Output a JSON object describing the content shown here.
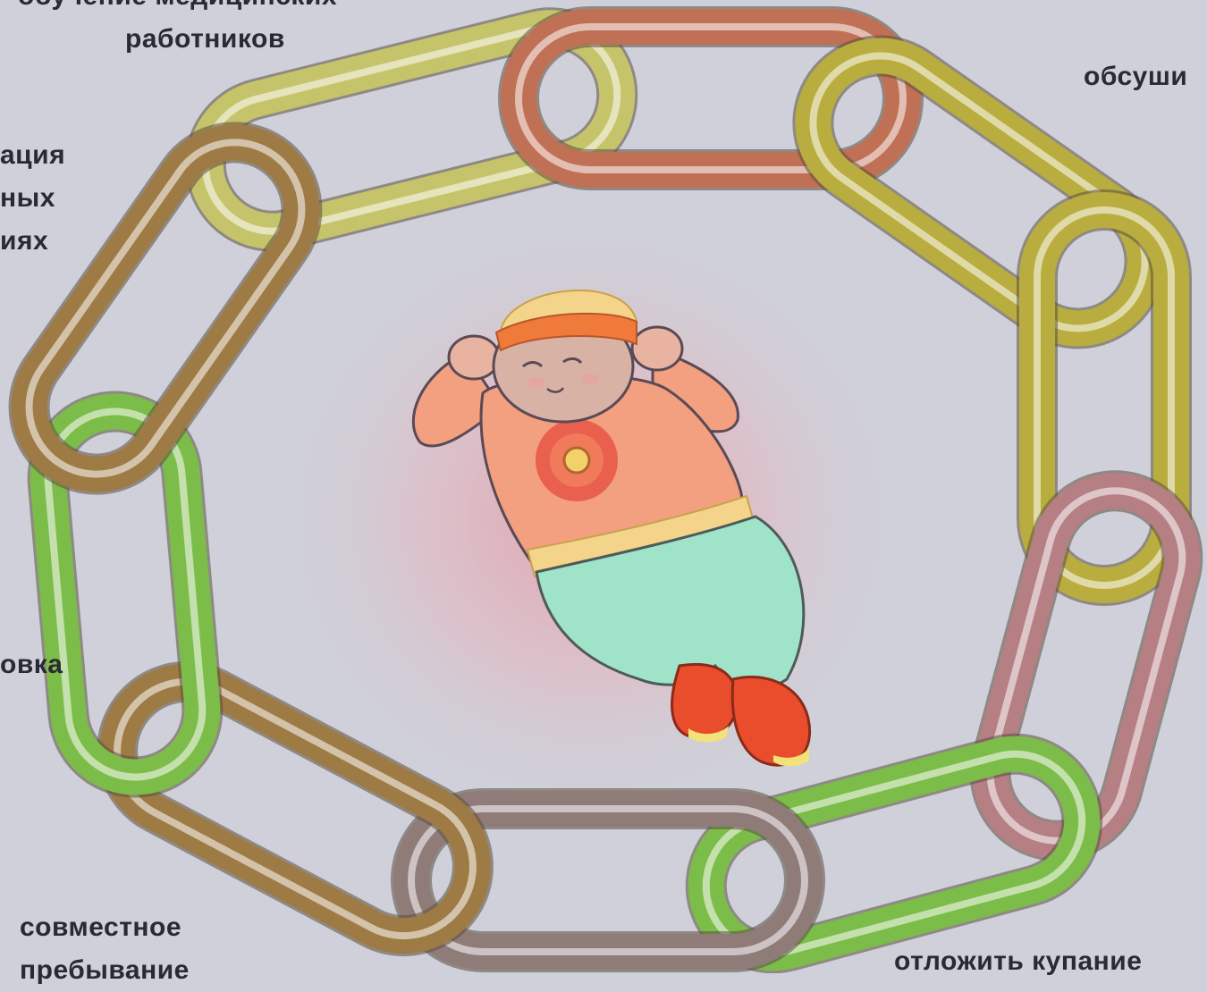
{
  "labels": {
    "top_left": {
      "lines": [
        "обучение медицинских",
        "работников"
      ]
    },
    "top_right": {
      "lines": [
        "обсуши"
      ]
    },
    "left_upper": {
      "lines": [
        "ация",
        "ных",
        "иях"
      ]
    },
    "left_middle": {
      "lines": [
        "овка"
      ]
    },
    "bottom_left": {
      "lines": [
        "совместное",
        "пребывание"
      ]
    },
    "bottom_right": {
      "lines": [
        "отложить купание"
      ]
    }
  },
  "colors": {
    "background": "#cfd0d9",
    "glow": "#e39aa6",
    "link_rust": "#c07055",
    "link_olive": "#b8ad3e",
    "link_khaki": "#c6c46a",
    "link_brown": "#9e7a44",
    "link_green": "#7cbd4a",
    "link_mauve": "#b57f84",
    "link_taupe": "#8f7b78",
    "baby_shirt": "#f2a080",
    "baby_pants": "#9fe3c8",
    "baby_hat": "#f07a3a",
    "baby_shoes": "#e94d2c"
  },
  "icons": [
    "chain-link-icon",
    "baby-illustration-icon"
  ]
}
